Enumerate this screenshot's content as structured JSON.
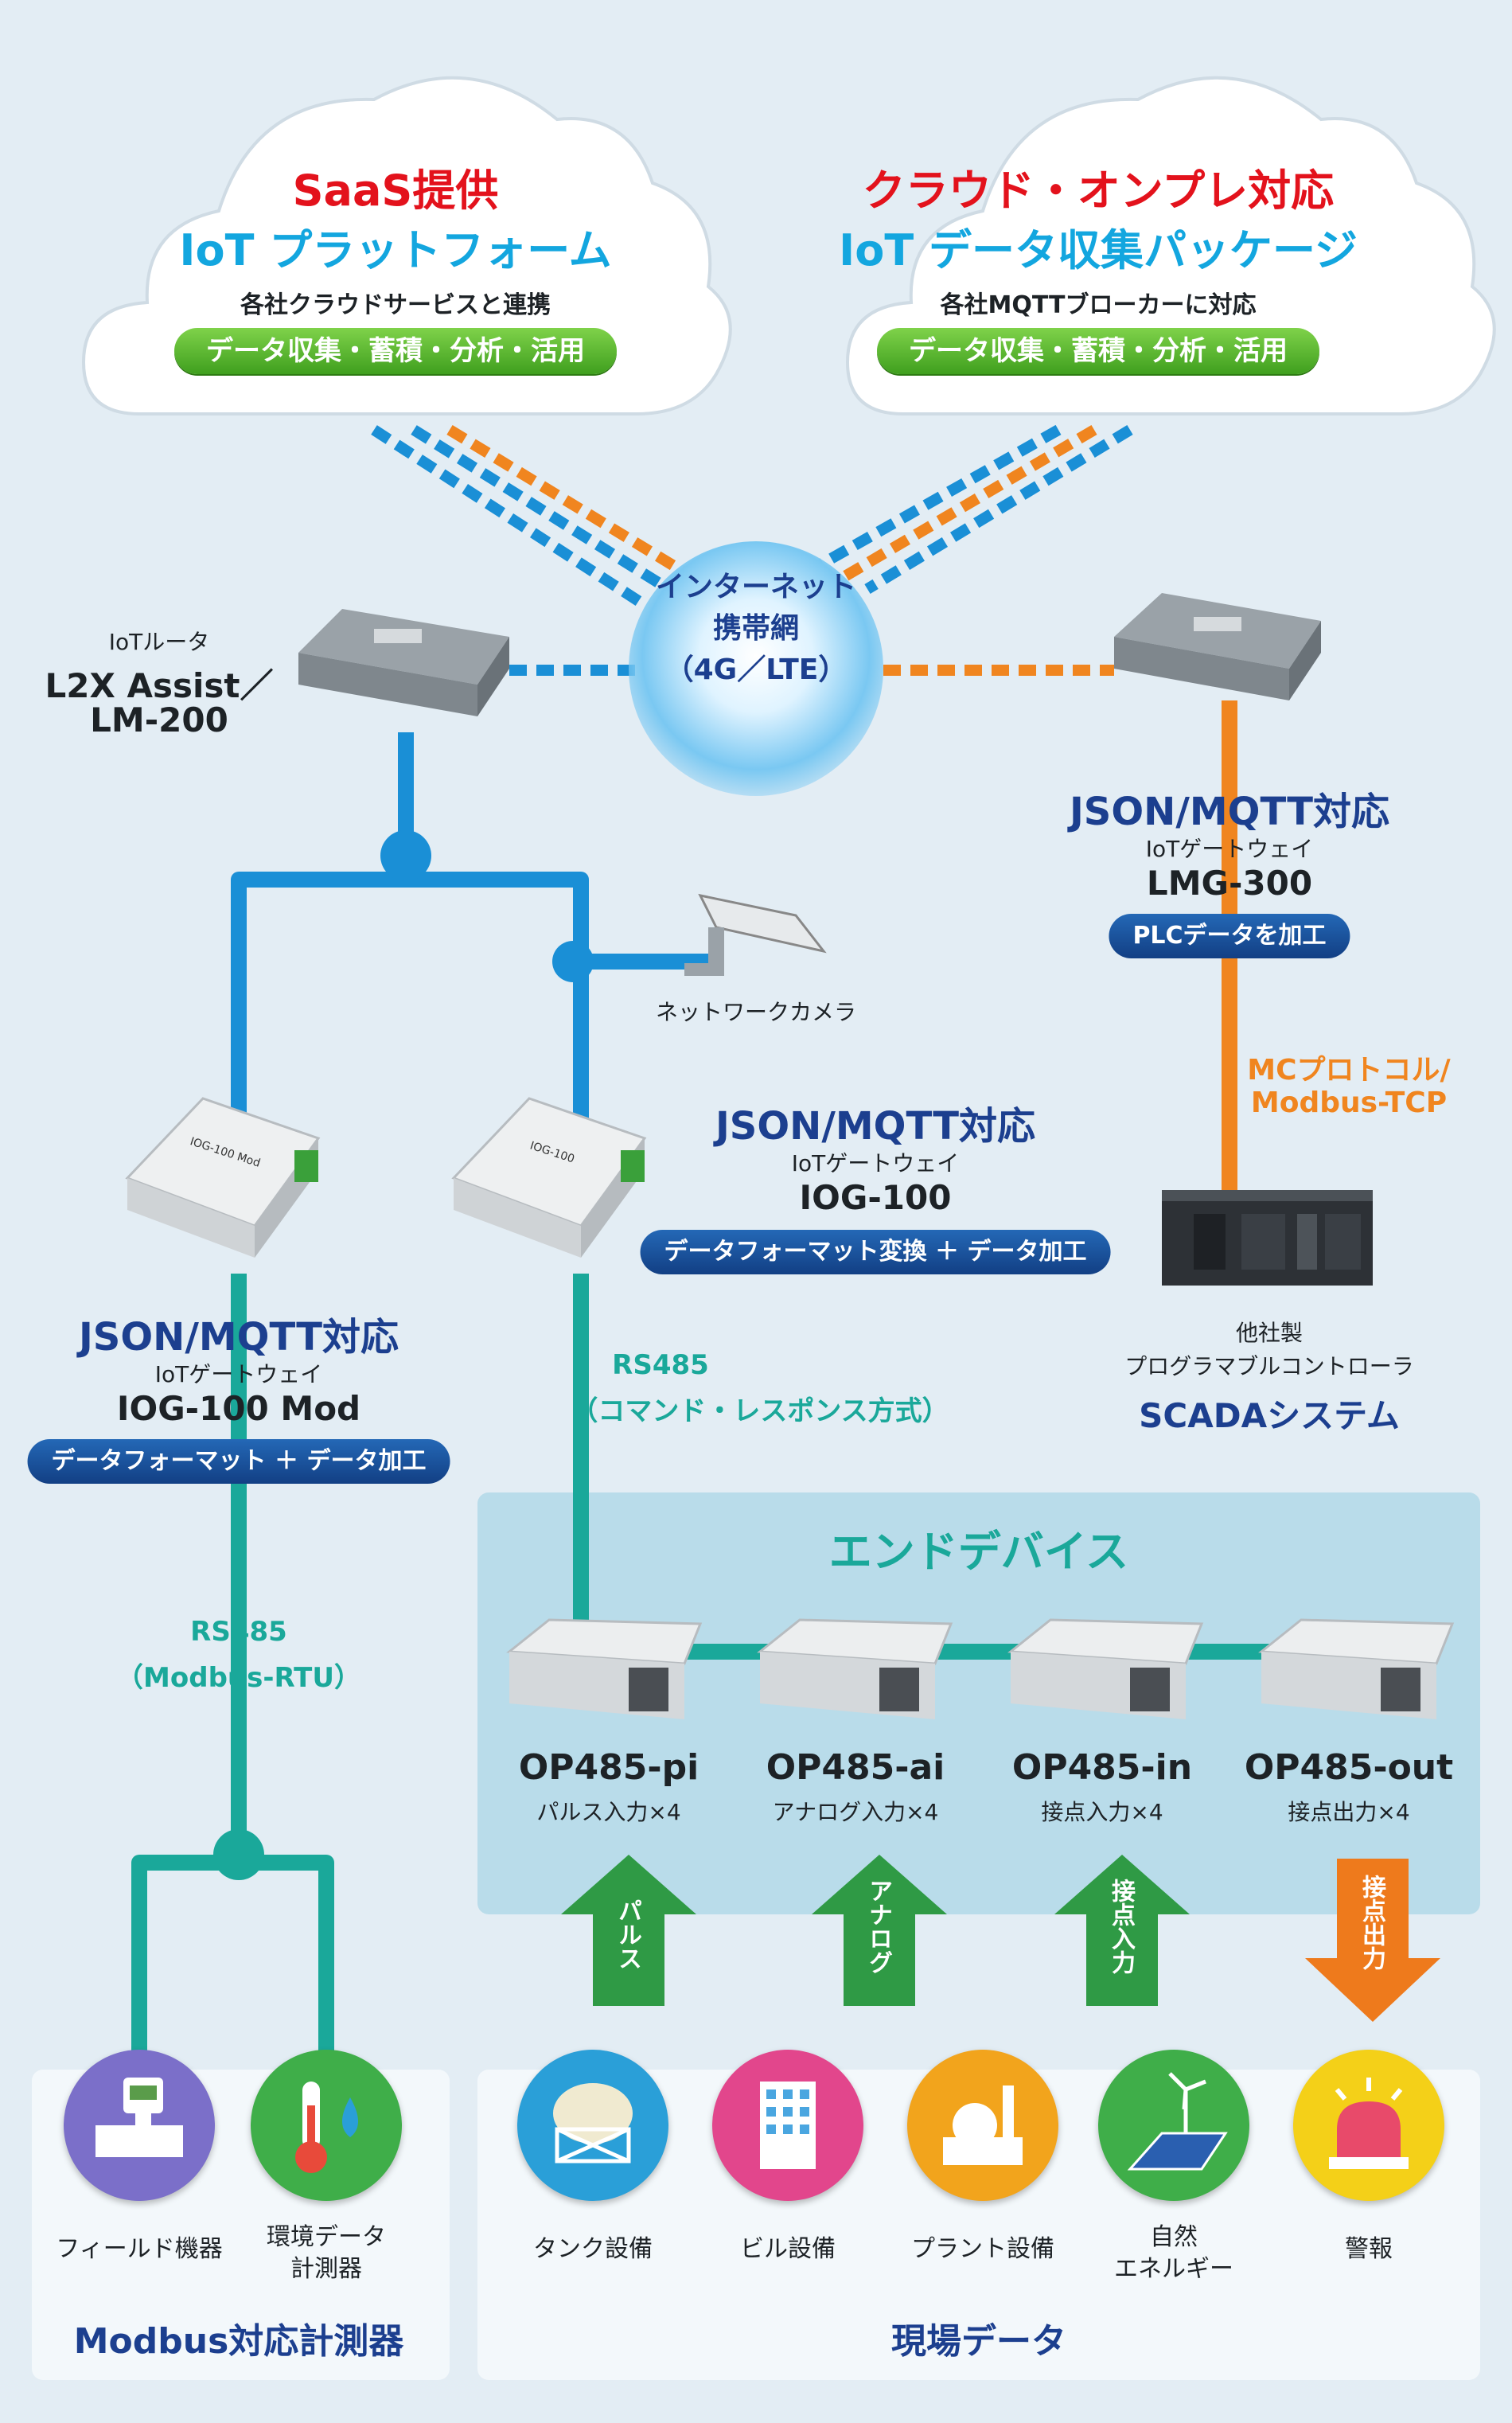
{
  "clouds": {
    "left": {
      "title": "SaaS提供",
      "subtitle": "IoT プラットフォーム",
      "description": "各社クラウドサービスと連携",
      "pill": "データ収集・蓄積・分析・活用"
    },
    "right": {
      "title": "クラウド・オンプレ対応",
      "subtitle": "IoT データ収集パッケージ",
      "description": "各社MQTTブローカーに対応",
      "pill": "データ収集・蓄積・分析・活用"
    }
  },
  "internet": {
    "line1": "インターネット",
    "line2": "携帯網",
    "line3": "（4G／LTE）"
  },
  "router": {
    "category": "IoTルータ",
    "name_line1": "L2X Assist／",
    "name_line2": "LM-200"
  },
  "lmg300": {
    "heading": "JSON/MQTT対応",
    "category": "IoTゲートウェイ",
    "name": "LMG-300",
    "pill": "PLCデータを加工"
  },
  "camera": {
    "label": "ネットワークカメラ"
  },
  "iog100": {
    "heading": "JSON/MQTT対応",
    "category": "IoTゲートウェイ",
    "name": "IOG-100",
    "pill": "データフォーマット変換 ＋ データ加工",
    "device_label": "IOG-100"
  },
  "iog100mod": {
    "heading": "JSON/MQTT対応",
    "category": "IoTゲートウェイ",
    "name": "IOG-100 Mod",
    "pill": "データフォーマット ＋ データ加工",
    "device_label": "IOG-100 Mod"
  },
  "mc_protocol": {
    "line1": "MCプロトコル/",
    "line2": "Modbus-TCP"
  },
  "scada": {
    "line1": "他社製",
    "line2": "プログラマブルコントローラ",
    "name": "SCADAシステム"
  },
  "rs485_cmd": {
    "line1": "RS485",
    "line2": "（コマンド・レスポンス方式）"
  },
  "rs485_modbus": {
    "line1": "RS485",
    "line2": "（Modbus-RTU）"
  },
  "end_devices": {
    "title": "エンドデバイス",
    "items": [
      {
        "name": "OP485-pi",
        "sub": "パルス入力×4"
      },
      {
        "name": "OP485-ai",
        "sub": "アナログ入力×4"
      },
      {
        "name": "OP485-in",
        "sub": "接点入力×4"
      },
      {
        "name": "OP485-out",
        "sub": "接点出力×4"
      }
    ]
  },
  "arrows": [
    "パルス",
    "アナログ",
    "接点入力",
    "接点出力"
  ],
  "field_icons": [
    {
      "label": "タンク設備"
    },
    {
      "label": "ビル設備"
    },
    {
      "label": "プラント設備"
    },
    {
      "label_line1": "自然",
      "label_line2": "エネルギー"
    },
    {
      "label": "警報"
    }
  ],
  "modbus_icons": [
    {
      "label": "フィールド機器"
    },
    {
      "label_line1": "環境データ",
      "label_line2": "計測器"
    }
  ],
  "footers": {
    "left": "Modbus対応計測器",
    "right": "現場データ"
  },
  "colors": {
    "blue_line": "#1a8fd6",
    "orange_line": "#f0851f",
    "teal_line": "#1aa89a",
    "title_red": "#e3121c",
    "title_cyan": "#13a6df",
    "navy": "#1c3f8f",
    "panel": "#b9dcea",
    "arrow_green": "#2f9a45",
    "arrow_orange": "#ee7a1c"
  }
}
